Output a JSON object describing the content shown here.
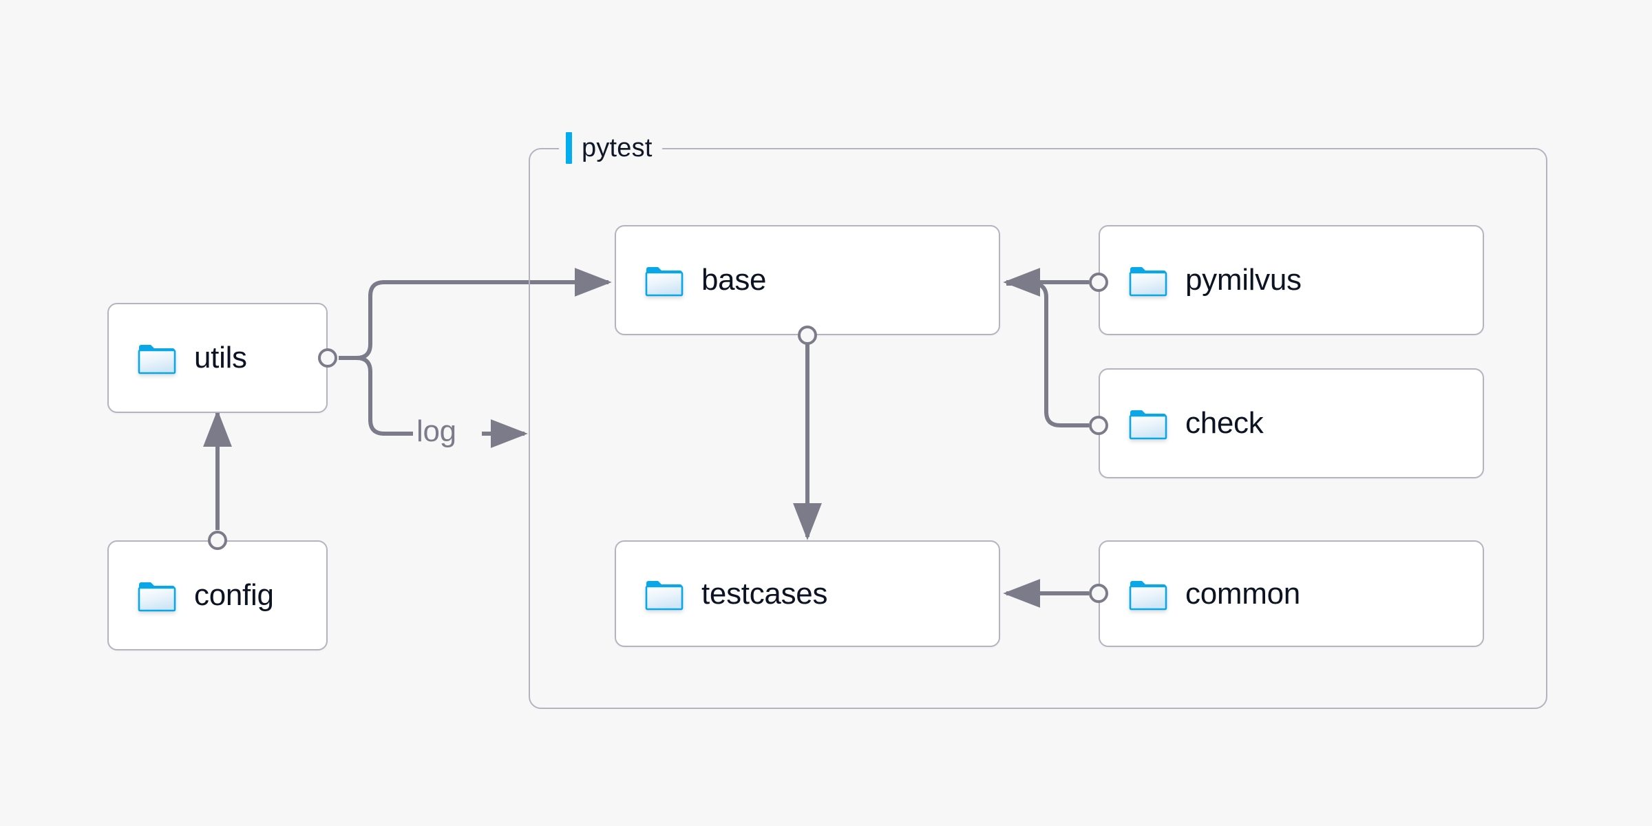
{
  "diagram": {
    "background_color": "#f7f7f7",
    "accent_color": "#00aeef",
    "node_border_color": "#b5b3c0",
    "node_fill_color": "#ffffff",
    "edge_color": "#7b7b8a",
    "label_color": "#0c1424",
    "group": {
      "label": "pytest",
      "icon": "group-accent-bar"
    },
    "nodes": [
      {
        "id": "utils",
        "label": "utils",
        "icon": "folder-icon",
        "in_group": false
      },
      {
        "id": "config",
        "label": "config",
        "icon": "folder-icon",
        "in_group": false
      },
      {
        "id": "base",
        "label": "base",
        "icon": "folder-icon",
        "in_group": true
      },
      {
        "id": "testcases",
        "label": "testcases",
        "icon": "folder-icon",
        "in_group": true
      },
      {
        "id": "pymilvus",
        "label": "pymilvus",
        "icon": "folder-icon",
        "in_group": true
      },
      {
        "id": "check",
        "label": "check",
        "icon": "folder-icon",
        "in_group": true
      },
      {
        "id": "common",
        "label": "common",
        "icon": "folder-icon",
        "in_group": true
      }
    ],
    "edges": [
      {
        "from": "config",
        "to": "utils",
        "label": ""
      },
      {
        "from": "utils",
        "to": "base",
        "label": ""
      },
      {
        "from": "utils",
        "to": "pytest",
        "label": "log"
      },
      {
        "from": "base",
        "to": "testcases",
        "label": ""
      },
      {
        "from": "pymilvus",
        "to": "base",
        "label": ""
      },
      {
        "from": "check",
        "to": "base",
        "label": ""
      },
      {
        "from": "common",
        "to": "testcases",
        "label": ""
      }
    ],
    "edge_labels": [
      {
        "id": "log",
        "text": "log"
      }
    ]
  }
}
